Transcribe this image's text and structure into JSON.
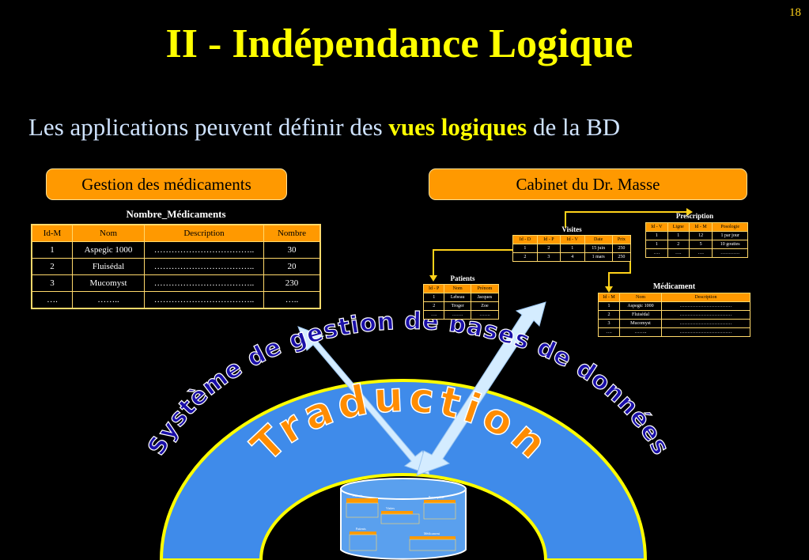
{
  "slide_number": "18",
  "title": "II - Indépendance Logique",
  "subtitle": {
    "before": "Les applications peuvent définir des ",
    "highlight": "vues logiques",
    "after": " de la BD"
  },
  "app_left": "Gestion des médicaments",
  "app_right": "Cabinet du Dr. Masse",
  "table_nombre": {
    "caption": "Nombre_Médicaments",
    "headers": [
      "Id-M",
      "Nom",
      "Description",
      "Nombre"
    ],
    "rows": [
      [
        "1",
        "Aspegic 1000",
        "……………………………..",
        "30"
      ],
      [
        "2",
        "Fluisédal",
        "……………………………..",
        "20"
      ],
      [
        "3",
        "Mucomyst",
        "……………………………..",
        "230"
      ],
      [
        "….",
        "……..",
        "……………………………..",
        "….."
      ]
    ]
  },
  "table_visites": {
    "caption": "Visites",
    "headers": [
      "Id - D",
      "Id - P",
      "Id - V",
      "Date",
      "Prix"
    ],
    "rows": [
      [
        "1",
        "2",
        "1",
        "15 juin",
        "250"
      ],
      [
        "2",
        "3",
        "4",
        "1 mars",
        "250"
      ]
    ]
  },
  "table_prescription": {
    "caption": "Prescription",
    "headers": [
      "Id - V",
      "Ligne",
      "Id - M",
      "Posologie"
    ],
    "rows": [
      [
        "1",
        "1",
        "12",
        "1 par jour"
      ],
      [
        "1",
        "2",
        "5",
        "10 gouttes"
      ],
      [
        "….",
        "….",
        "….",
        "…………"
      ]
    ]
  },
  "table_patients": {
    "caption": "Patients",
    "headers": [
      "Id - P",
      "Nom",
      "Prénom"
    ],
    "rows": [
      [
        "1",
        "Lebeau",
        "Jacques"
      ],
      [
        "2",
        "Troger",
        "Zoe"
      ],
      [
        "….",
        "…….",
        "……."
      ]
    ]
  },
  "table_medicament": {
    "caption": "Médicament",
    "headers": [
      "Id - M",
      "Nom",
      "Description"
    ],
    "rows": [
      [
        "1",
        "Aspegic 1000",
        "……………………………"
      ],
      [
        "2",
        "Fluisédal",
        "……………………………"
      ],
      [
        "3",
        "Mucomyst",
        "……………………………"
      ],
      [
        "….",
        "……..",
        "……………………………"
      ]
    ]
  },
  "arc_label": "Système de gestion de bases de données",
  "translation_label": "Traduction",
  "mini_db_captions": [
    "Patients",
    "Visites",
    "Prescription",
    "Patients",
    "Médicament"
  ],
  "colors": {
    "background": "#000000",
    "title": "#ffff00",
    "subtitle": "#cfe3ff",
    "accent": "#ff9900",
    "dome": "#3f8bea",
    "arrow": "#cfe8ff",
    "arc_text": "#1a0fa8"
  }
}
